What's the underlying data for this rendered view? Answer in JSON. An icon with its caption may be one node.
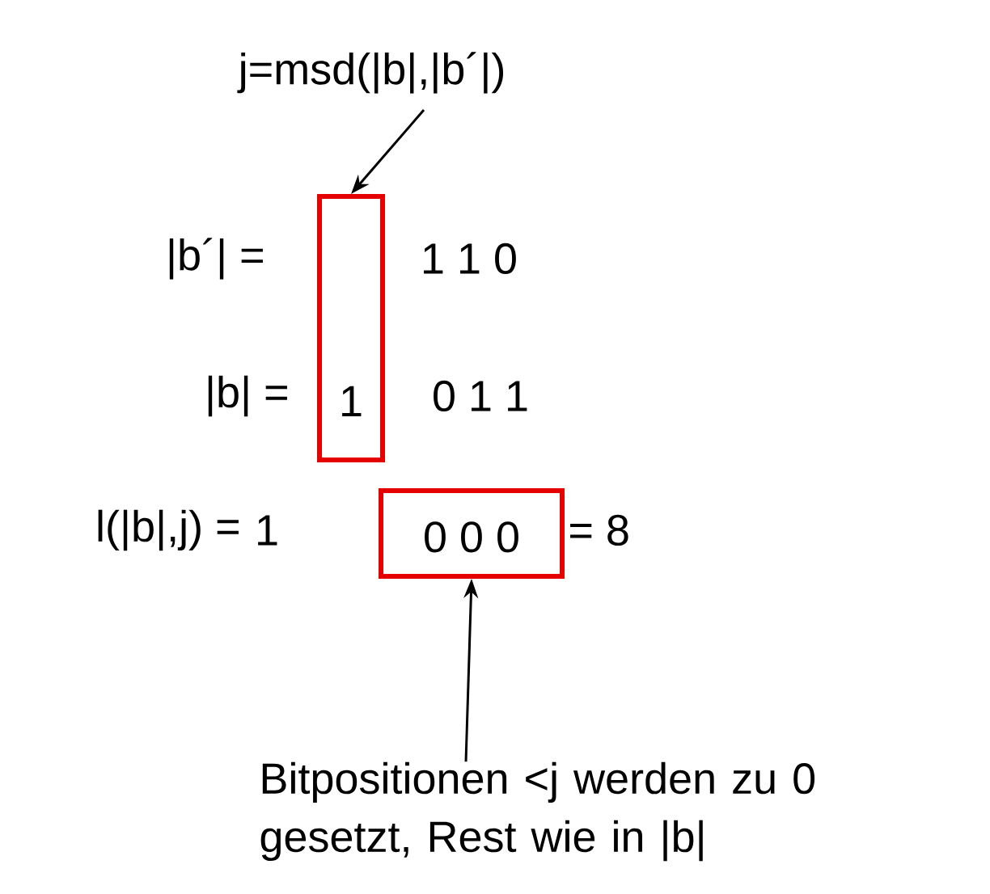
{
  "diagram": {
    "nodes": [
      {
        "text": [
          "j=msd(|b|,|b´|)"
        ]
      },
      {
        "text": [
          "1"
        ]
      },
      {
        "text": [
          "0 0 0"
        ]
      },
      {
        "text": [
          "Bitpositionen <j werden zu 0 gesetzt, Rest wie in |b|"
        ]
      }
    ],
    "edges": [
      {
        "from": 0,
        "to": 1,
        "arrow": "to"
      },
      {
        "from": 3,
        "to": 2,
        "arrow": "to"
      }
    ],
    "labels": [
      "|b´| =",
      "1 1 0",
      "|b| =",
      "0 1 1",
      "l(|b|,j) =",
      "1",
      "= 8"
    ]
  }
}
